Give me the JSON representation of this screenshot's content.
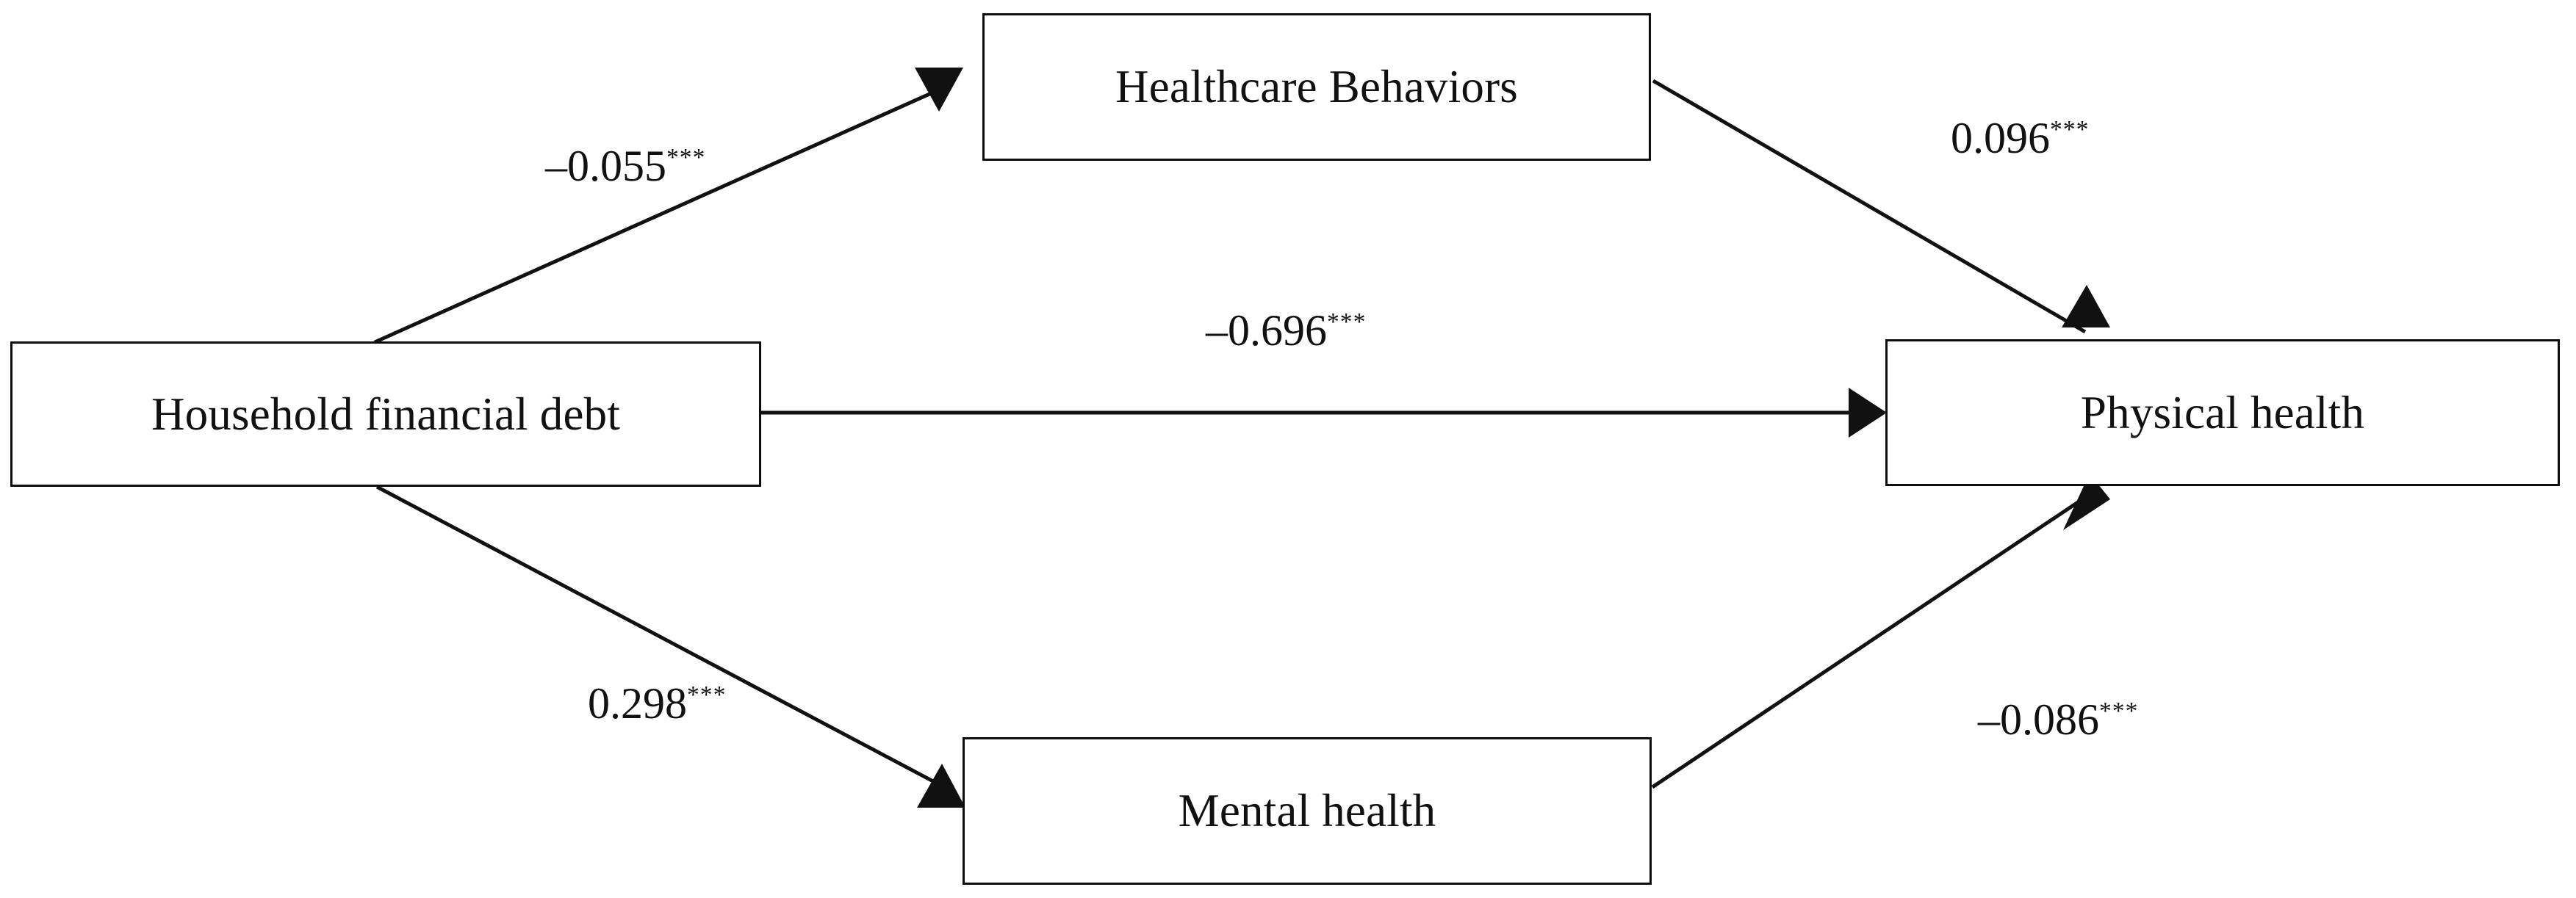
{
  "figure": {
    "type": "path-diagram",
    "background_color": "#ffffff",
    "line_color": "#111111",
    "box_border_color": "#0d0d0d"
  },
  "nodes": [
    {
      "id": "household_debt",
      "label": "Household financial debt"
    },
    {
      "id": "healthcare_behaviors",
      "label": "Healthcare Behaviors"
    },
    {
      "id": "mental_health",
      "label": "Mental health"
    },
    {
      "id": "physical_health",
      "label": "Physical health"
    }
  ],
  "edges": [
    {
      "id": "debt-to-healthcare",
      "from": "household_debt",
      "to": "healthcare_behaviors",
      "coefficient": "–0.055",
      "significance": "***",
      "value": -0.055
    },
    {
      "id": "healthcare-to-physical",
      "from": "healthcare_behaviors",
      "to": "physical_health",
      "coefficient": "0.096",
      "significance": "***",
      "value": 0.096
    },
    {
      "id": "debt-to-physical",
      "from": "household_debt",
      "to": "physical_health",
      "coefficient": "–0.696",
      "significance": "***",
      "value": -0.696
    },
    {
      "id": "debt-to-mental",
      "from": "household_debt",
      "to": "mental_health",
      "coefficient": "0.298",
      "significance": "***",
      "value": 0.298
    },
    {
      "id": "mental-to-physical",
      "from": "mental_health",
      "to": "physical_health",
      "coefficient": "–0.086",
      "significance": "***",
      "value": -0.086
    }
  ],
  "chart_data": {
    "type": "diagram",
    "title": "",
    "categories": [
      "Household financial debt → Healthcare Behaviors",
      "Healthcare Behaviors → Physical health",
      "Household financial debt → Physical health",
      "Household financial debt → Mental health",
      "Mental health → Physical health"
    ],
    "values": [
      -0.055,
      0.096,
      -0.696,
      0.298,
      -0.086
    ],
    "labels": [
      "–0.055***",
      "0.096***",
      "–0.696***",
      "0.298***",
      "–0.086***"
    ],
    "xlabel": "",
    "ylabel": "",
    "legend": []
  }
}
